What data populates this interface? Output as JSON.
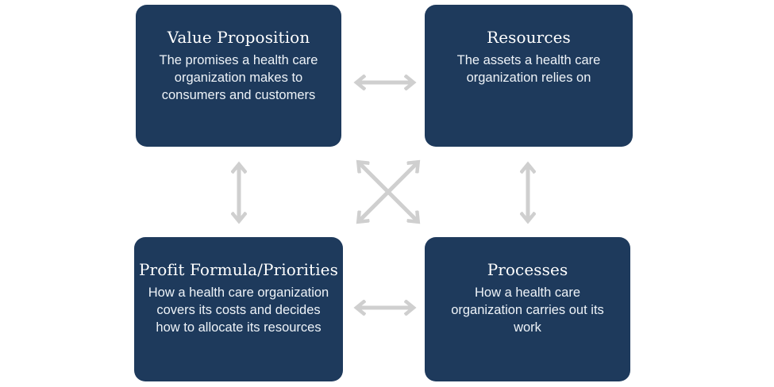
{
  "boxes": {
    "value_proposition": {
      "title": "Value Proposition",
      "description": "The promises a health care organization makes to consumers and customers"
    },
    "resources": {
      "title": "Resources",
      "description": "The assets a health care organization relies on"
    },
    "profit_formula": {
      "title": "Profit Formula/Priorities",
      "description": "How a health care organization covers its costs and decides how to allocate its resources"
    },
    "processes": {
      "title": "Processes",
      "description": "How a health care organization carries out its work"
    }
  },
  "colors": {
    "box_fill": "#1e3a5c",
    "box_text": "#ffffff",
    "arrow": "#cfcfcf"
  }
}
